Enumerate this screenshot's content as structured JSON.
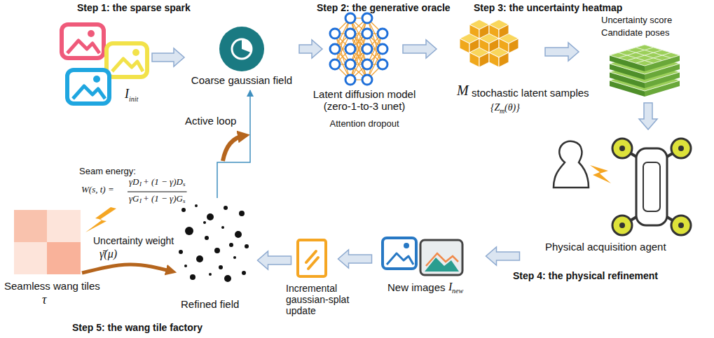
{
  "diagram": {
    "nodes": [
      {
        "text": [
          "I",
          "init"
        ]
      },
      {
        "text": [
          "Coarse gaussian field"
        ]
      },
      {
        "text": [
          "Latent diffusion model (zero-1-to-3 unet)",
          "Attention dropout"
        ]
      },
      {
        "text": [
          "M",
          "stochastic latent samples",
          "{Z",
          "m",
          "(θ)}"
        ]
      },
      {
        "text": [
          "Uncertainty score",
          "Candidate poses"
        ]
      },
      {
        "text": [
          "Physical acquisition agent"
        ]
      },
      {
        "text": [
          "New images",
          "I",
          "new"
        ]
      },
      {
        "text": [
          "Incremental gaussian-splat update"
        ]
      },
      {
        "text": [
          "Refined field"
        ]
      },
      {
        "text": [
          "Seamless wang tiles",
          "τ"
        ]
      }
    ],
    "edges": [
      {
        "from": 0,
        "to": 1,
        "arrow": "to"
      },
      {
        "from": 1,
        "to": 2,
        "arrow": "to"
      },
      {
        "from": 2,
        "to": 3,
        "arrow": "to"
      },
      {
        "from": 3,
        "to": 4,
        "arrow": "to"
      },
      {
        "from": 4,
        "to": 5,
        "arrow": "to"
      },
      {
        "from": 5,
        "to": 6,
        "arrow": "to"
      },
      {
        "from": 6,
        "to": 7,
        "arrow": "to"
      },
      {
        "from": 7,
        "to": 8,
        "arrow": "to"
      },
      {
        "from": 8,
        "to": 1,
        "arrow": "to"
      },
      {
        "from": 9,
        "to": 8,
        "arrow": "to"
      }
    ],
    "labels": [
      "Step 1: the sparse spark",
      "Step 2: the generative oracle",
      "Step 3: the uncertainty heatmap",
      "Step 4: the physical refinement",
      "Step 5: the wang tile factory",
      "Active loop",
      "Seam energy:",
      "W(s, t) =",
      "γD",
      "I",
      "+ (1 − γ)D",
      "s",
      "γG",
      "I",
      "+ (1 − γ)G",
      "s",
      "Uncertainty weight",
      "γ̄(μ)"
    ]
  }
}
